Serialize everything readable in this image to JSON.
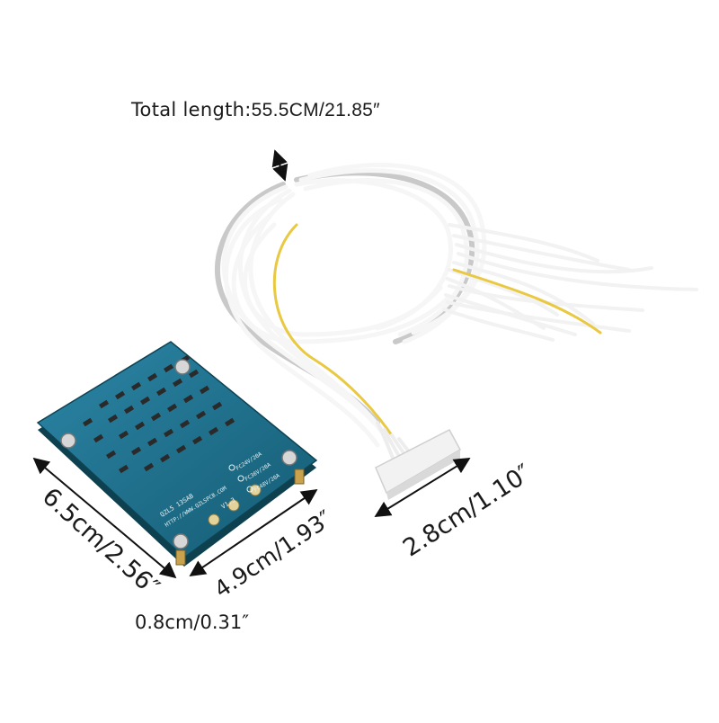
{
  "labels": {
    "total_length_prefix": "Total length:",
    "total_length_value": "55.5CM/21.85″",
    "length": "6.5cm/2.56″",
    "width": "4.9cm/1.93″",
    "connector": "2.8cm/1.10″",
    "thickness": "0.8cm/0.31″"
  },
  "board_print": {
    "model": "QZL5 13SAB",
    "url": "HTTP://WWW.QZLSPCB.COM",
    "version": "V1.3",
    "options": [
      "FC24V/20A",
      "FC36V/20A",
      "FC48V/20A"
    ]
  },
  "colors": {
    "pcb": "#1d6e8a",
    "wire": "#f4f4f4",
    "yellow_wire": "#e9c842",
    "connector": "#f2f2f2"
  }
}
